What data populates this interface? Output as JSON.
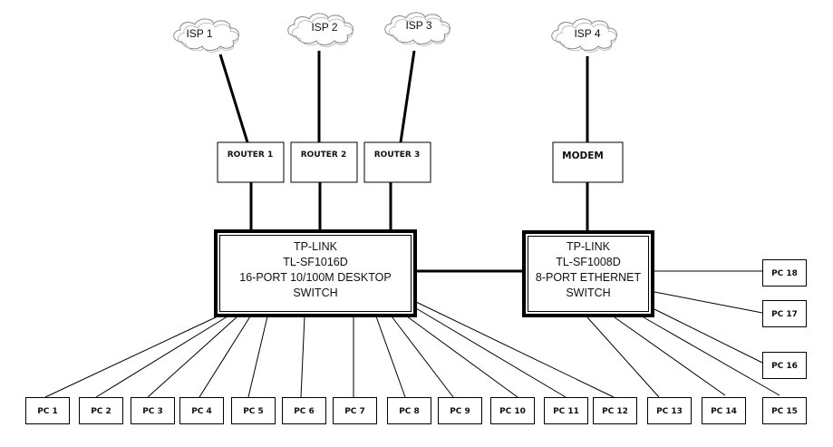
{
  "diagram": {
    "title": "Network topology",
    "isps": [
      {
        "id": "isp1",
        "label": "ISP 1"
      },
      {
        "id": "isp2",
        "label": "ISP 2"
      },
      {
        "id": "isp3",
        "label": "ISP 3"
      },
      {
        "id": "isp4",
        "label": "ISP 4"
      }
    ],
    "routers": [
      {
        "id": "router1",
        "label": "ROUTER 1"
      },
      {
        "id": "router2",
        "label": "ROUTER 2"
      },
      {
        "id": "router3",
        "label": "ROUTER 3"
      }
    ],
    "modem": {
      "id": "modem",
      "label": "MODEM"
    },
    "switches": [
      {
        "id": "switch16",
        "lines": [
          "TP-LINK",
          "TL-SF1016D",
          "16-PORT 10/100M DESKTOP",
          "SWITCH"
        ]
      },
      {
        "id": "switch8",
        "lines": [
          "TP-LINK",
          "TL-SF1008D",
          "8-PORT ETHERNET",
          "SWITCH"
        ]
      }
    ],
    "pcs": [
      {
        "id": "pc1",
        "label": "PC 1",
        "switch": "switch16"
      },
      {
        "id": "pc2",
        "label": "PC 2",
        "switch": "switch16"
      },
      {
        "id": "pc3",
        "label": "PC 3",
        "switch": "switch16"
      },
      {
        "id": "pc4",
        "label": "PC 4",
        "switch": "switch16"
      },
      {
        "id": "pc5",
        "label": "PC 5",
        "switch": "switch16"
      },
      {
        "id": "pc6",
        "label": "PC 6",
        "switch": "switch16"
      },
      {
        "id": "pc7",
        "label": "PC 7",
        "switch": "switch16"
      },
      {
        "id": "pc8",
        "label": "PC 8",
        "switch": "switch16"
      },
      {
        "id": "pc9",
        "label": "PC 9",
        "switch": "switch16"
      },
      {
        "id": "pc10",
        "label": "PC 10",
        "switch": "switch16"
      },
      {
        "id": "pc11",
        "label": "PC 11",
        "switch": "switch16"
      },
      {
        "id": "pc12",
        "label": "PC 12",
        "switch": "switch16"
      },
      {
        "id": "pc13",
        "label": "PC 13",
        "switch": "switch8"
      },
      {
        "id": "pc14",
        "label": "PC 14",
        "switch": "switch8"
      },
      {
        "id": "pc15",
        "label": "PC 15",
        "switch": "switch8"
      },
      {
        "id": "pc16",
        "label": "PC 16",
        "switch": "switch8"
      },
      {
        "id": "pc17",
        "label": "PC 17",
        "switch": "switch8"
      },
      {
        "id": "pc18",
        "label": "PC 18",
        "switch": "switch8"
      }
    ],
    "links": [
      [
        "isp1",
        "router1"
      ],
      [
        "isp2",
        "router2"
      ],
      [
        "isp3",
        "router3"
      ],
      [
        "isp4",
        "modem"
      ],
      [
        "router1",
        "switch16"
      ],
      [
        "router2",
        "switch16"
      ],
      [
        "router3",
        "switch16"
      ],
      [
        "modem",
        "switch8"
      ],
      [
        "switch16",
        "switch8"
      ]
    ]
  }
}
